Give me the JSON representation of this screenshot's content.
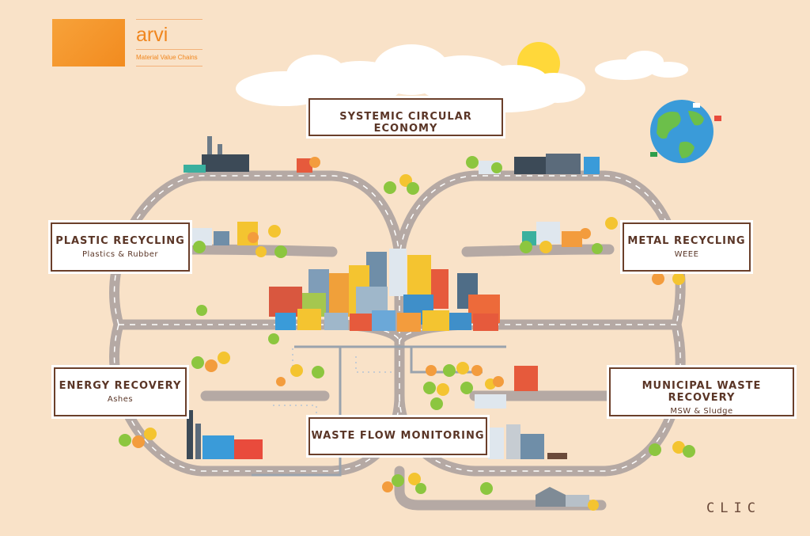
{
  "logo": {
    "name": "arvi",
    "tagline": "Material Value Chains"
  },
  "labels": {
    "systemic": {
      "title": "SYSTEMIC CIRCULAR ECONOMY"
    },
    "plastic": {
      "title": "PLASTIC RECYCLING",
      "subtitle": "Plastics & Rubber"
    },
    "metal": {
      "title": "METAL RECYCLING",
      "subtitle": "WEEE"
    },
    "energy": {
      "title": "ENERGY RECOVERY",
      "subtitle": "Ashes"
    },
    "municipal": {
      "title": "MUNICIPAL WASTE RECOVERY",
      "subtitle": "MSW & Sludge"
    },
    "monitoring": {
      "title": "WASTE FLOW MONITORING"
    }
  },
  "brand_mark": "CLIC",
  "colors": {
    "background": "#f9e2c8",
    "road": "#b5a9a4",
    "road_line": "#ffffff",
    "label_border": "#6b3f2a",
    "logo_orange": "#f28b1f",
    "sun": "#ffd83a",
    "earth_ocean": "#3a9bd9",
    "earth_land": "#6cbf4a",
    "tree_green": "#8cc63f",
    "tree_yellow": "#f4c430",
    "tree_orange": "#f39c3d"
  }
}
